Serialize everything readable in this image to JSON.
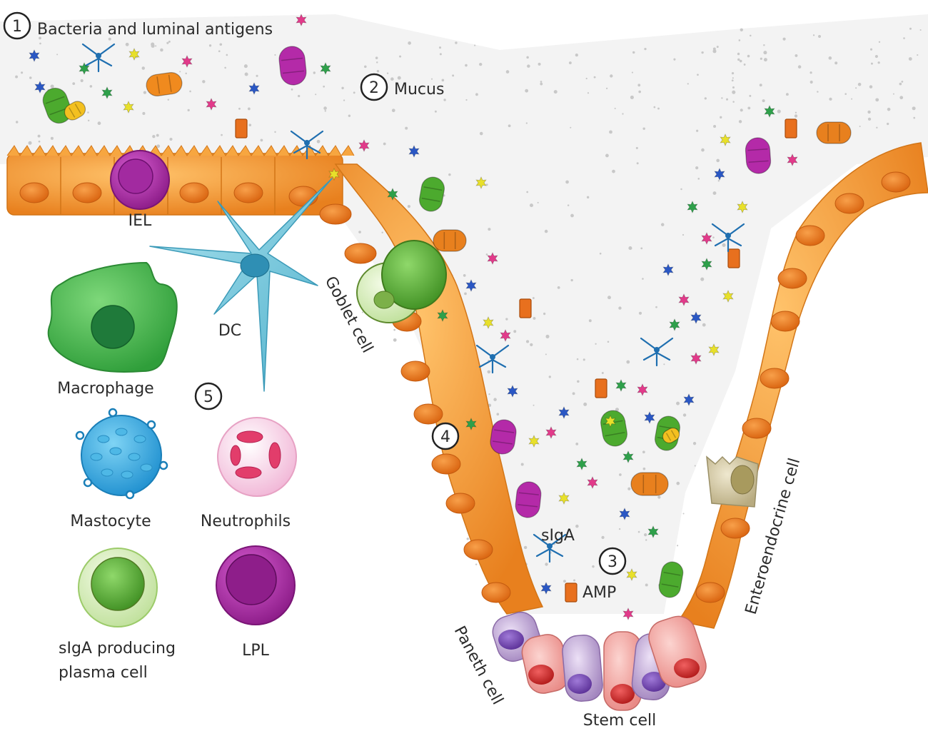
{
  "steps": {
    "s1": "1",
    "s2": "2",
    "s3": "3",
    "s4": "4",
    "s5": "5"
  },
  "labels": {
    "bacteria": "Bacteria and luminal antigens",
    "mucus": "Mucus",
    "iel": "IEL",
    "dc": "DC",
    "goblet": "Goblet cell",
    "macrophage": "Macrophage",
    "mastocyte": "Mastocyte",
    "neutrophils": "Neutrophils",
    "plasma_line1": "sIgA producing",
    "plasma_line2": "plasma cell",
    "lpl": "LPL",
    "siga": "sIgA",
    "amp": "AMP",
    "enteroendocrine": "Enteroendocrine cell",
    "paneth": "Paneth cell",
    "stem": "Stem cell"
  },
  "colors": {
    "enterocyte": "#f39a2e",
    "enterocyte_dark": "#d9761a",
    "nucleus": "#e8731e",
    "iel_lpl": "#a0289a",
    "dc": "#6cc3d8",
    "goblet": "#6aab3a",
    "macrophage": "#3fae49",
    "mastocyte": "#2f9fd9",
    "neutrophil_granule": "#e23d6b",
    "plasma": "#6a9b2f",
    "paneth": "#b08cc4",
    "stem": "#e98a8a",
    "enteroendocrine": "#cfc3a0",
    "mucus_speckle": "#c9c9c9"
  }
}
